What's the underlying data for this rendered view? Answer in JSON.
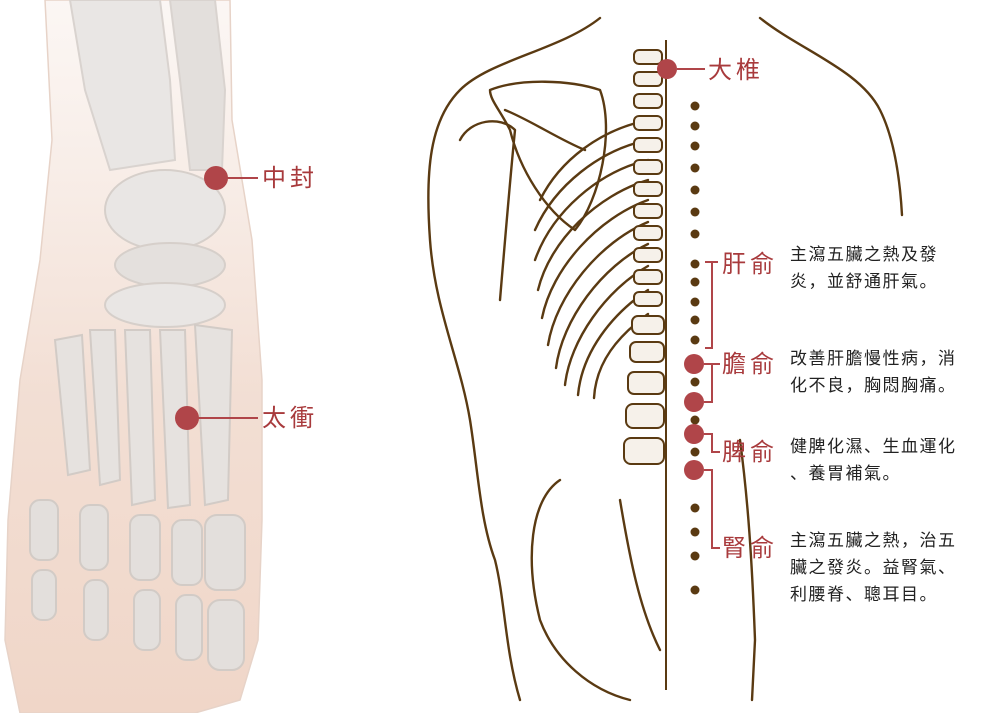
{
  "colors": {
    "point": "#b04549",
    "label": "#a83a3c",
    "spine_dot": "#5a3a12",
    "outline": "#5a3a12",
    "bone": "#e6e2df",
    "skin": "#f2ddd2"
  },
  "foot": {
    "points": [
      {
        "label": "中封"
      },
      {
        "label": "太衝"
      }
    ]
  },
  "back": {
    "top_point": {
      "label": "大椎"
    },
    "points": [
      {
        "label": "肝俞",
        "desc": [
          "主瀉五臟之熱及發",
          "炎，並舒通肝氣。"
        ]
      },
      {
        "label": "膽俞",
        "desc": [
          "改善肝膽慢性病，消",
          "化不良，胸悶胸痛。"
        ]
      },
      {
        "label": "脾俞",
        "desc": [
          "健脾化濕、生血運化",
          "、養胃補氣。"
        ]
      },
      {
        "label": "腎俞",
        "desc": [
          "主瀉五臟之熱，治五",
          "臟之發炎。益腎氣、",
          "利腰脊、聰耳目。"
        ]
      }
    ]
  }
}
